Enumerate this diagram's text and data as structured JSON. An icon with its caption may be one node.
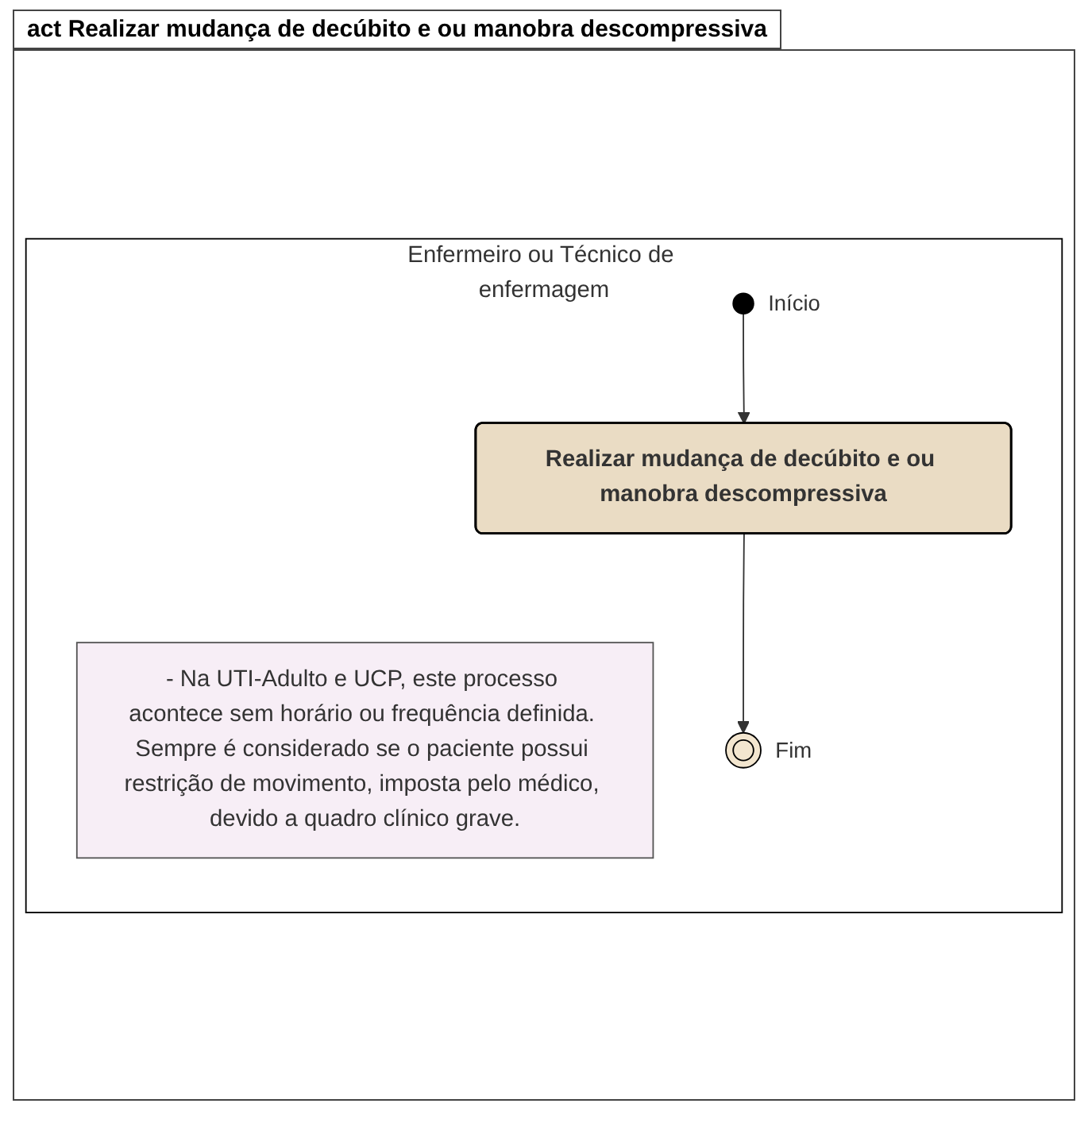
{
  "diagram": {
    "title": "act Realizar mudança de decúbito e ou manobra descompressiva",
    "nodes": [
      {
        "text": [
          "Enfermeiro ou Técnico de enfermagem"
        ]
      },
      {
        "text": [
          "- Na UTI-Adulto e UCP, este processo acontece sem horário ou frequência definida. Sempre é considerado se o paciente possui restrição de movimento, imposta pelo médico, devido a quadro clínico grave."
        ],
        "in": 0
      },
      {
        "text": [],
        "shape": "circle",
        "beside": [
          "Início"
        ],
        "in": 0
      },
      {
        "text": [
          "Realizar mudança de decúbito e ou manobra descompressiva"
        ],
        "in": 0
      },
      {
        "text": [],
        "shape": "circle",
        "beside": [
          "Fim"
        ],
        "in": 0
      }
    ],
    "edges": [
      {
        "from": 2,
        "to": 3,
        "arrow": "to"
      },
      {
        "from": 3,
        "to": 4,
        "arrow": "to"
      }
    ]
  }
}
